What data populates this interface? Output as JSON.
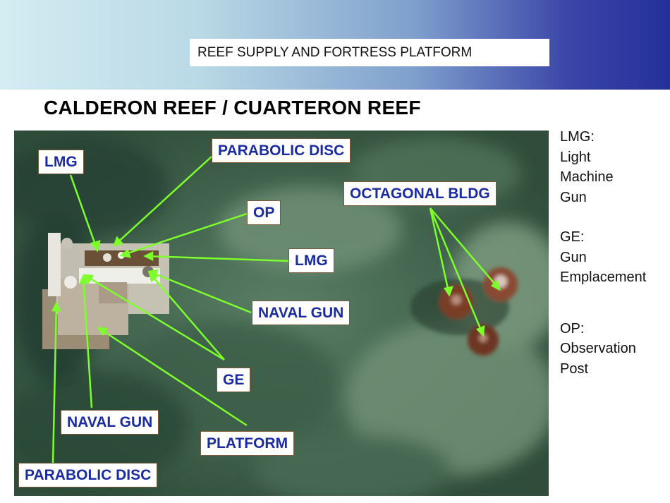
{
  "header": {
    "subtitle": "REEF SUPPLY AND FORTRESS PLATFORM",
    "title": "CALDERON REEF / CUARTERON REEF"
  },
  "callouts": {
    "lmg_top": "LMG",
    "parabolic_disc_top": "PARABOLIC DISC",
    "op": "OP",
    "octagonal_bldg": "OCTAGONAL BLDG",
    "lmg_mid": "LMG",
    "naval_gun_right": "NAVAL GUN",
    "ge": "GE",
    "naval_gun_left": "NAVAL GUN",
    "platform": "PLATFORM",
    "parabolic_disc_bottom": "PARABOLIC DISC"
  },
  "legend": {
    "lmg": [
      "LMG:",
      "Light",
      "Machine",
      "Gun"
    ],
    "ge": [
      "GE:",
      "Gun",
      "Emplacement"
    ],
    "op": [
      "OP:",
      "Observation",
      "Post"
    ]
  },
  "colors": {
    "callout_text": "#1a2ca0",
    "arrow": "#7cff2a"
  }
}
